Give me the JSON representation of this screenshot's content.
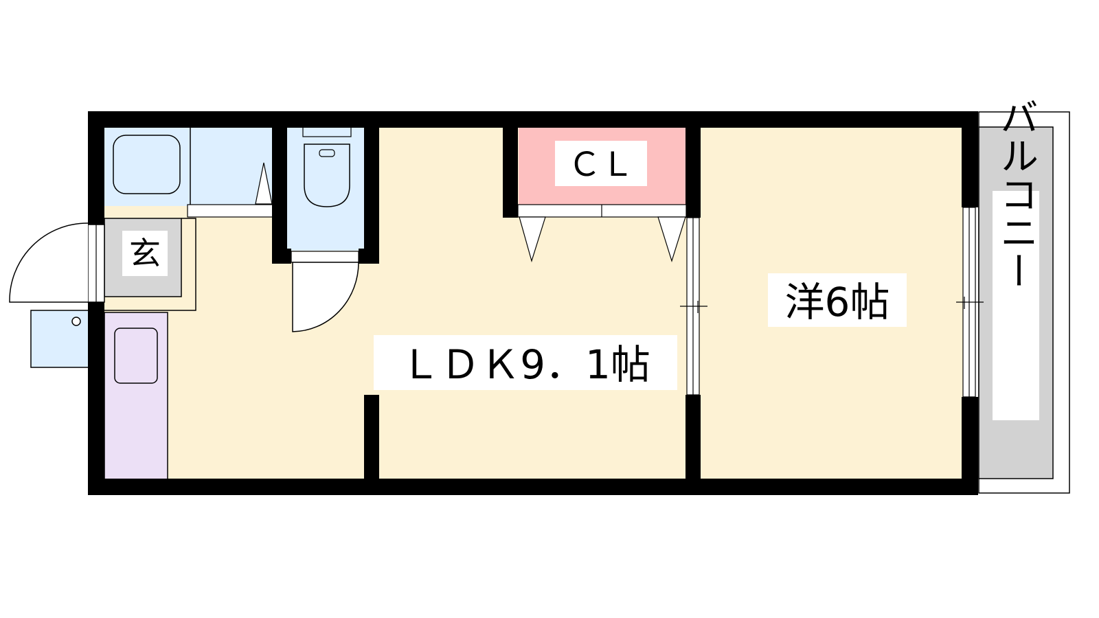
{
  "floor_plan": {
    "rooms": {
      "entrance": {
        "label": "玄"
      },
      "closet": {
        "label": "ＣＬ"
      },
      "ldk": {
        "label": "ＬＤＫ9．1帖"
      },
      "western_room": {
        "label": "洋6帖"
      },
      "balcony": {
        "label": "バルコニー"
      }
    },
    "colors": {
      "living_floor": "#fdf2d4",
      "water_area": "#ddefff",
      "closet": "#fdc0c0",
      "kitchen": "#ece0f6",
      "entrance": "#d6d6d6",
      "balcony": "#d2d2d2",
      "wall": "#000000"
    }
  }
}
